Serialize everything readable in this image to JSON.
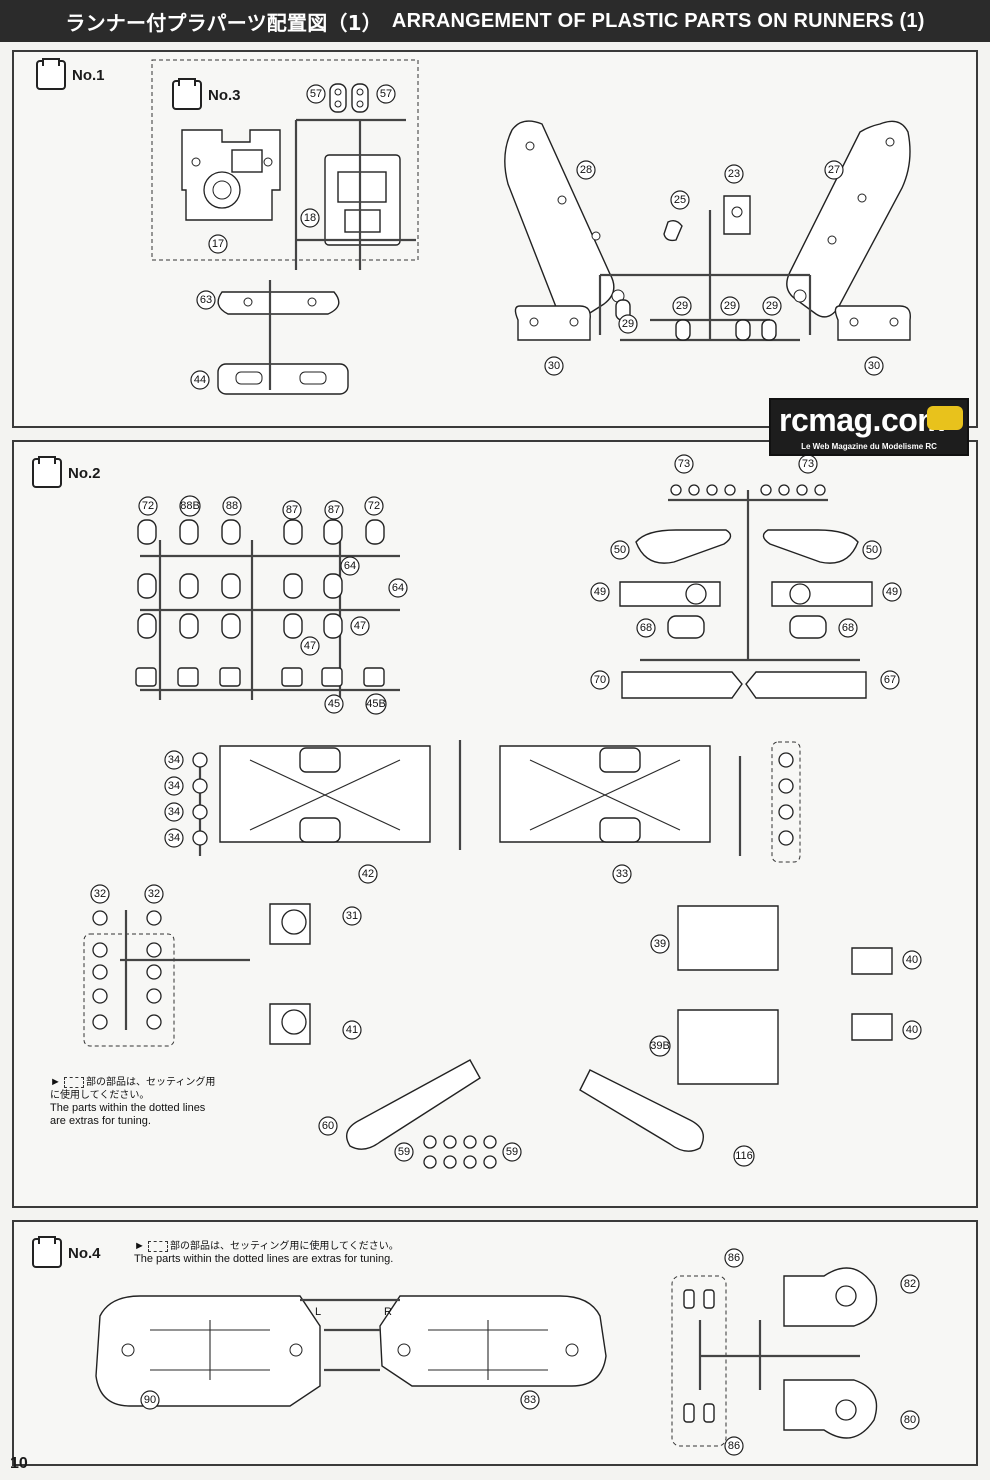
{
  "header": {
    "title_jp": "ランナー付プラパーツ配置図（1）",
    "title_en": "ARRANGEMENT OF PLASTIC PARTS ON RUNNERS (1)"
  },
  "runners": {
    "no1": "No.1",
    "no2": "No.2",
    "no3": "No.3",
    "no4": "No.4"
  },
  "logo": {
    "main": "rcmag.com",
    "sub": "Le Web Magazine du Modelisme RC"
  },
  "notes": {
    "extras_jp_1": "部の部品は、セッティング用",
    "extras_jp_2": "に使用してください。",
    "extras_en_1": "The parts within the dotted lines",
    "extras_en_2": "are extras for tuning.",
    "no4_jp": "部の部品は、セッティング用に使用してください。",
    "no4_en": "The parts within the dotted lines are extras for tuning."
  },
  "part_numbers": {
    "p57a": "57",
    "p57b": "57",
    "p18": "18",
    "p17": "17",
    "p63": "63",
    "p44": "44",
    "p28": "28",
    "p23": "23",
    "p27": "27",
    "p25": "25",
    "p29a": "29",
    "p29b": "29",
    "p29c": "29",
    "p29d": "29",
    "p30a": "30",
    "p30b": "30",
    "p72a": "72",
    "p88Ba": "88B",
    "p88": "88",
    "p87a": "87",
    "p87b": "87",
    "p72b": "72",
    "p64a": "64",
    "p64b": "64",
    "p47a": "47",
    "p47b": "47",
    "p45": "45",
    "p45B": "45B",
    "p73a": "73",
    "p73b": "73",
    "p50a": "50",
    "p50b": "50",
    "p49a": "49",
    "p49b": "49",
    "p68a": "68",
    "p68b": "68",
    "p70": "70",
    "p67": "67",
    "p34a": "34",
    "p34b": "34",
    "p34c": "34",
    "p34d": "34",
    "p42": "42",
    "p33": "33",
    "p32a": "32",
    "p32b": "32",
    "p31": "31",
    "p41": "41",
    "p39": "39",
    "p40a": "40",
    "p40b": "40",
    "p39B": "39B",
    "p60": "60",
    "p59a": "59",
    "p59b": "59",
    "p116": "116",
    "p86a": "86",
    "p86b": "86",
    "p82": "82",
    "p80": "80",
    "p90": "90",
    "p83": "83"
  },
  "arm_letters": {
    "left": "L",
    "right": "R"
  },
  "page_number": "10"
}
